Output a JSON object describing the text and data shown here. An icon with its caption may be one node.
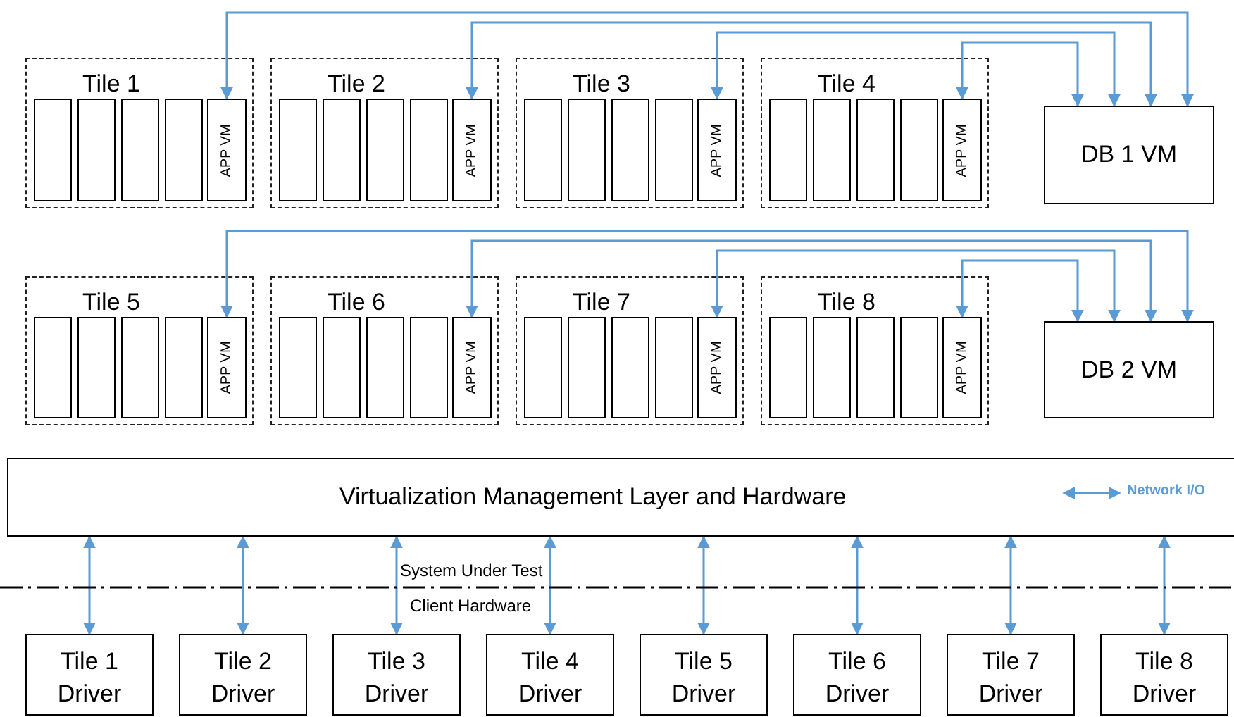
{
  "diagram": {
    "nodes": [
      {
        "text": [
          "Tile 1"
        ]
      },
      {
        "text": [],
        "shape": "box",
        "in": 0
      },
      {
        "text": [],
        "shape": "box",
        "in": 0
      },
      {
        "text": [],
        "shape": "box",
        "in": 0
      },
      {
        "text": [],
        "shape": "box",
        "in": 0
      },
      {
        "text": [
          "APP VM"
        ],
        "in": 0
      },
      {
        "text": [
          "Tile 2"
        ]
      },
      {
        "text": [],
        "shape": "box",
        "in": 6
      },
      {
        "text": [],
        "shape": "box",
        "in": 6
      },
      {
        "text": [],
        "shape": "box",
        "in": 6
      },
      {
        "text": [],
        "shape": "box",
        "in": 6
      },
      {
        "text": [
          "APP VM"
        ],
        "in": 6
      },
      {
        "text": [
          "Tile 3"
        ]
      },
      {
        "text": [],
        "shape": "box",
        "in": 12
      },
      {
        "text": [],
        "shape": "box",
        "in": 12
      },
      {
        "text": [],
        "shape": "box",
        "in": 12
      },
      {
        "text": [],
        "shape": "box",
        "in": 12
      },
      {
        "text": [
          "APP VM"
        ],
        "in": 12
      },
      {
        "text": [
          "Tile 4"
        ]
      },
      {
        "text": [],
        "shape": "box",
        "in": 18
      },
      {
        "text": [],
        "shape": "box",
        "in": 18
      },
      {
        "text": [],
        "shape": "box",
        "in": 18
      },
      {
        "text": [],
        "shape": "box",
        "in": 18
      },
      {
        "text": [
          "APP VM"
        ],
        "in": 18
      },
      {
        "text": [
          "DB 1 VM"
        ]
      },
      {
        "text": [
          "Tile 5"
        ]
      },
      {
        "text": [],
        "shape": "box",
        "in": 25
      },
      {
        "text": [],
        "shape": "box",
        "in": 25
      },
      {
        "text": [],
        "shape": "box",
        "in": 25
      },
      {
        "text": [],
        "shape": "box",
        "in": 25
      },
      {
        "text": [
          "APP VM"
        ],
        "in": 25
      },
      {
        "text": [
          "Tile 6"
        ]
      },
      {
        "text": [],
        "shape": "box",
        "in": 31
      },
      {
        "text": [],
        "shape": "box",
        "in": 31
      },
      {
        "text": [],
        "shape": "box",
        "in": 31
      },
      {
        "text": [],
        "shape": "box",
        "in": 31
      },
      {
        "text": [
          "APP VM"
        ],
        "in": 31
      },
      {
        "text": [
          "Tile 7"
        ]
      },
      {
        "text": [],
        "shape": "box",
        "in": 37
      },
      {
        "text": [],
        "shape": "box",
        "in": 37
      },
      {
        "text": [],
        "shape": "box",
        "in": 37
      },
      {
        "text": [],
        "shape": "box",
        "in": 37
      },
      {
        "text": [
          "APP VM"
        ],
        "in": 37
      },
      {
        "text": [
          "Tile 8"
        ]
      },
      {
        "text": [],
        "shape": "box",
        "in": 43
      },
      {
        "text": [],
        "shape": "box",
        "in": 43
      },
      {
        "text": [],
        "shape": "box",
        "in": 43
      },
      {
        "text": [],
        "shape": "box",
        "in": 43
      },
      {
        "text": [
          "APP VM"
        ],
        "in": 43
      },
      {
        "text": [
          "DB 2 VM"
        ]
      },
      {
        "text": [
          "Virtualization Management Layer and Hardware"
        ]
      },
      {
        "text": [
          "Tile 1 Driver"
        ]
      },
      {
        "text": [
          "Tile 2 Driver"
        ]
      },
      {
        "text": [
          "Tile 3 Driver"
        ]
      },
      {
        "text": [
          "Tile 4 Driver"
        ]
      },
      {
        "text": [
          "Tile 5 Driver"
        ]
      },
      {
        "text": [
          "Tile 6 Driver"
        ]
      },
      {
        "text": [
          "Tile 7 Driver"
        ]
      },
      {
        "text": [
          "Tile 8 Driver"
        ]
      }
    ],
    "edges": [
      {
        "from": 5,
        "to": 24,
        "arrow": "both"
      },
      {
        "from": 11,
        "to": 24,
        "arrow": "both"
      },
      {
        "from": 17,
        "to": 24,
        "arrow": "both"
      },
      {
        "from": 23,
        "to": 24,
        "arrow": "both"
      },
      {
        "from": 30,
        "to": 49,
        "arrow": "both"
      },
      {
        "from": 36,
        "to": 49,
        "arrow": "both"
      },
      {
        "from": 42,
        "to": 49,
        "arrow": "both"
      },
      {
        "from": 48,
        "to": 49,
        "arrow": "both"
      },
      {
        "from": 50,
        "to": 51,
        "arrow": "both"
      },
      {
        "from": 50,
        "to": 52,
        "arrow": "both"
      },
      {
        "from": 50,
        "to": 53,
        "arrow": "both"
      },
      {
        "from": 50,
        "to": 54,
        "arrow": "both"
      },
      {
        "from": 50,
        "to": 55,
        "arrow": "both"
      },
      {
        "from": 50,
        "to": 56,
        "arrow": "both"
      },
      {
        "from": 50,
        "to": 57,
        "arrow": "both"
      },
      {
        "from": 50,
        "to": 58,
        "arrow": "both"
      }
    ],
    "labels": [
      "System Under Test",
      "Client Hardware"
    ],
    "legend": [
      {
        "text": "Network I/O"
      }
    ]
  }
}
